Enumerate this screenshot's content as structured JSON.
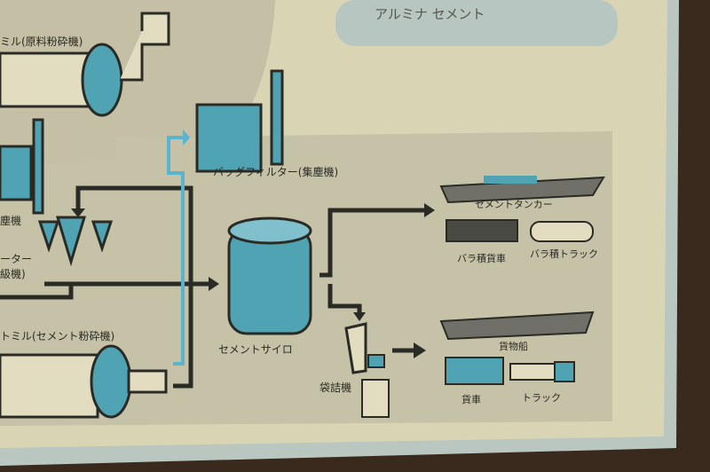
{
  "top_box": {
    "label": "アルミナ セメント"
  },
  "labels": {
    "raw_mill": "ミル(原料粉砕機)",
    "bag_filter": "バッグフィルター(集塵機)",
    "dust_collector_partial": "塵機",
    "separator_partial_1": "ーター",
    "separator_partial_2": "級機)",
    "cement_mill": "トミル(セメント粉砕機)",
    "cement_silo": "セメントサイロ",
    "bagging_machine": "袋詰機",
    "cement_tanker": "セメントタンカー",
    "bulk_freight_car": "バラ積貨車",
    "bulk_truck": "バラ積トラック",
    "cargo_ship": "貨物船",
    "freight_car": "貨車",
    "truck": "トラック"
  },
  "colors": {
    "teal": "#4fa3b3",
    "paper": "#d9d4b4",
    "panel": "#c4c0a6",
    "ink": "#2b2b26",
    "frame": "#3a2a1e"
  }
}
